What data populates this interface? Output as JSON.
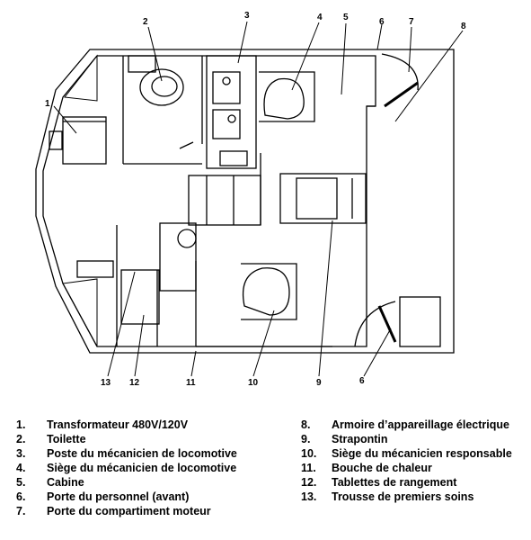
{
  "callouts": [
    "1",
    "2",
    "3",
    "4",
    "5",
    "6",
    "7",
    "8",
    "13",
    "12",
    "11",
    "10",
    "9",
    "6"
  ],
  "legend_left": [
    {
      "num": "1.",
      "text": "Transformateur 480V/120V"
    },
    {
      "num": "2.",
      "text": "Toilette"
    },
    {
      "num": "3.",
      "text": "Poste du mécanicien de locomotive"
    },
    {
      "num": "4.",
      "text": "Siège du mécanicien de locomotive"
    },
    {
      "num": "5.",
      "text": "Cabine"
    },
    {
      "num": "6.",
      "text": "Porte du personnel (avant)"
    },
    {
      "num": "7.",
      "text": "Porte du compartiment moteur"
    }
  ],
  "legend_right": [
    {
      "num": "8.",
      "text": "Armoire d’appareillage électrique"
    },
    {
      "num": "9.",
      "text": "Strapontin"
    },
    {
      "num": "10.",
      "text": "Siège du mécanicien responsable"
    },
    {
      "num": "11.",
      "text": "Bouche de chaleur"
    },
    {
      "num": "12.",
      "text": "Tablettes de rangement"
    },
    {
      "num": "13.",
      "text": "Trousse de premiers soins"
    }
  ]
}
